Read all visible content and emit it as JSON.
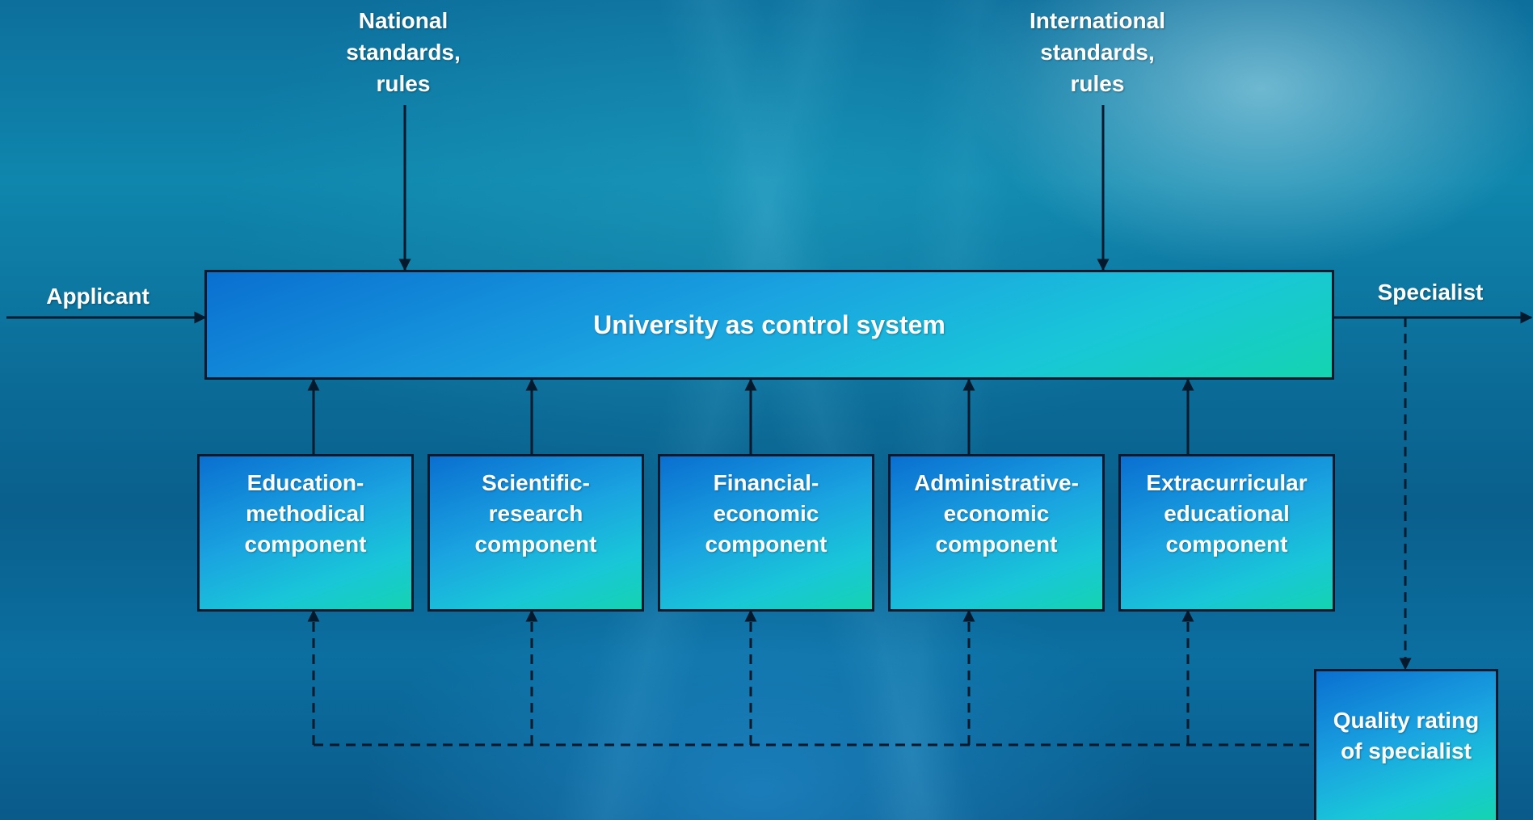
{
  "inputs": {
    "national": "National\nstandards,\nrules",
    "international": "International\nstandards,\nrules",
    "applicant": "Applicant",
    "specialist": "Specialist"
  },
  "main": {
    "title": "University as control system"
  },
  "components": [
    {
      "label": "Education-\nmethodical\ncomponent"
    },
    {
      "label": "Scientific-\nresearch\ncomponent"
    },
    {
      "label": "Financial-\neconomic\ncomponent"
    },
    {
      "label": "Administrative-\neconomic\ncomponent"
    },
    {
      "label": "Extracurricular\neducational\ncomponent"
    }
  ],
  "quality": {
    "label": "Quality rating\nof specialist"
  }
}
